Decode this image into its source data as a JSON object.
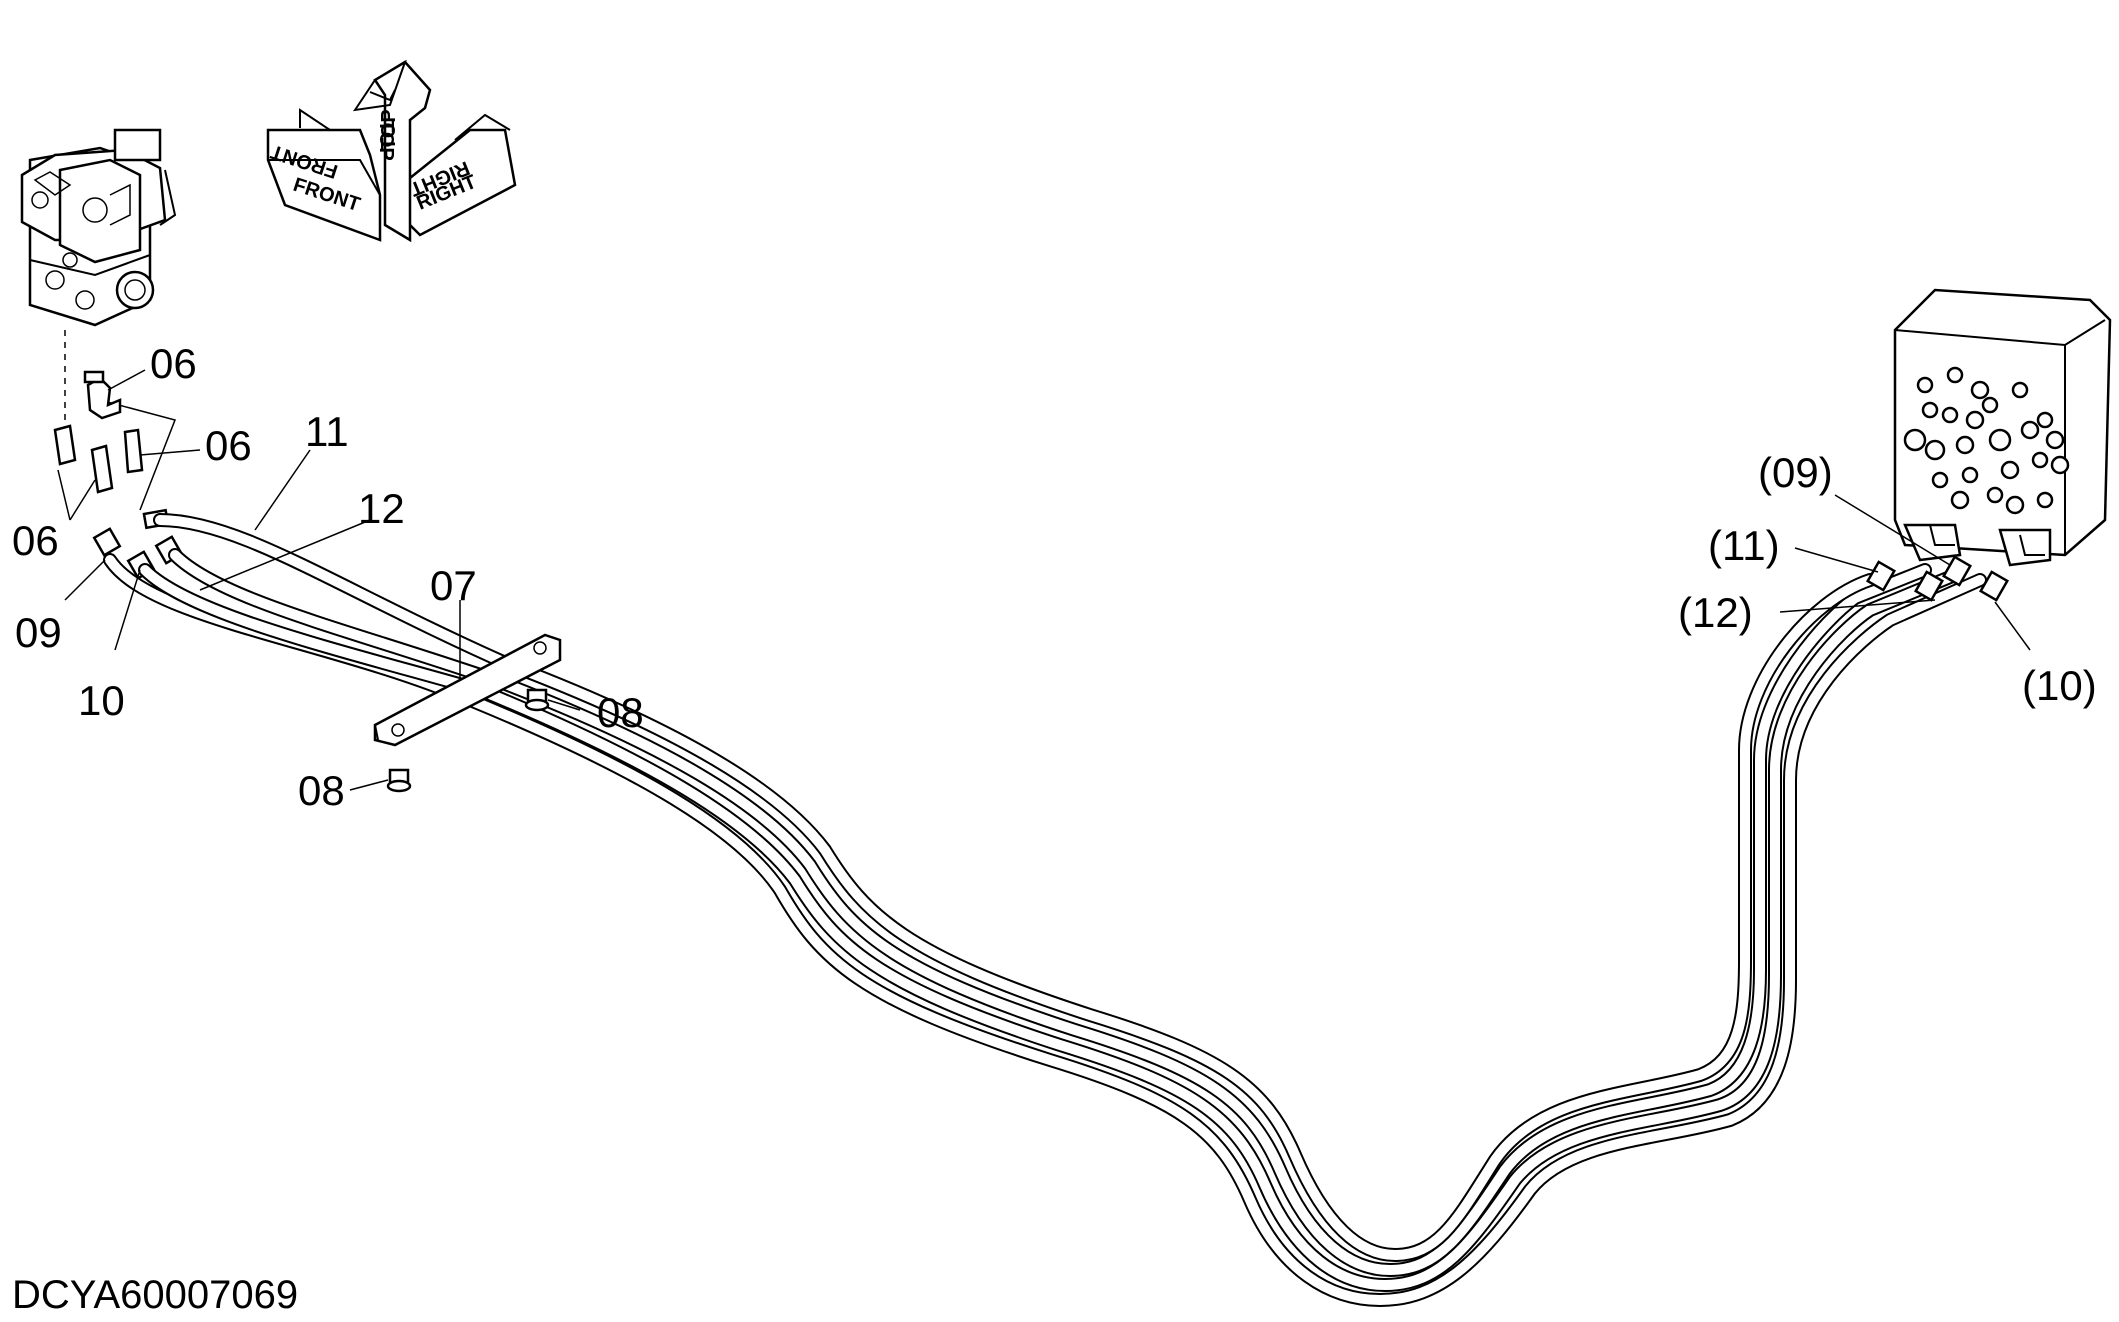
{
  "drawing": {
    "code": "DCYA60007069",
    "labels": {
      "fitting_top": "06",
      "fitting_mid": "06",
      "fitting_left": "06",
      "hose_09_left": "09",
      "hose_10_left": "10",
      "hose_11_left": "11",
      "hose_12_left": "12",
      "clamp": "07",
      "bolt_upper": "08",
      "bolt_lower": "08",
      "hose_09_right": "(09)",
      "hose_11_right": "(11)",
      "hose_12_right": "(12)",
      "hose_10_right": "(10)"
    },
    "direction_indicator": {
      "front": "FRONT",
      "front_mirror": "FRONT",
      "top": "TOP",
      "top_mirror": "TOP",
      "right": "RIGHT",
      "right_mirror": "RIGHT"
    }
  }
}
